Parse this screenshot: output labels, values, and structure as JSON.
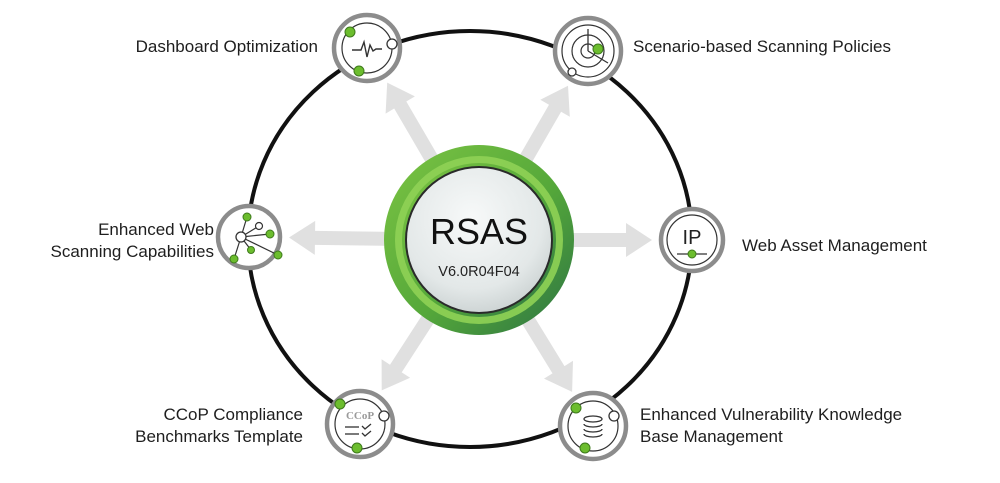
{
  "center": {
    "title": "RSAS",
    "version": "V6.0R04F04"
  },
  "features": [
    {
      "id": "dashboard",
      "icon": "pulse-icon",
      "lines": [
        "Dashboard Optimization"
      ]
    },
    {
      "id": "scenario",
      "icon": "radar-icon",
      "lines": [
        "Scenario-based Scanning Policies"
      ]
    },
    {
      "id": "web-scanning",
      "icon": "network-nodes-icon",
      "lines": [
        "Enhanced Web",
        "Scanning Capabilities"
      ]
    },
    {
      "id": "web-asset",
      "icon": "ip-icon",
      "lines": [
        "Web Asset Management"
      ],
      "icon_text": "IP"
    },
    {
      "id": "ccop",
      "icon": "ccop-checklist-icon",
      "lines": [
        "CCoP Compliance",
        "Benchmarks Template"
      ],
      "icon_text": "CCoP"
    },
    {
      "id": "vuln-kb",
      "icon": "database-icon",
      "lines": [
        "Enhanced Vulnerability Knowledge",
        "Base Management"
      ]
    }
  ],
  "colors": {
    "green_light": "#8ccf4d",
    "green_mid": "#5aad3a",
    "green_dark": "#2f7a44",
    "dot_green": "#6cbd2e",
    "ring": "#111111",
    "arrow": "#e0e0e0",
    "icon_border": "#8c8c8c"
  }
}
